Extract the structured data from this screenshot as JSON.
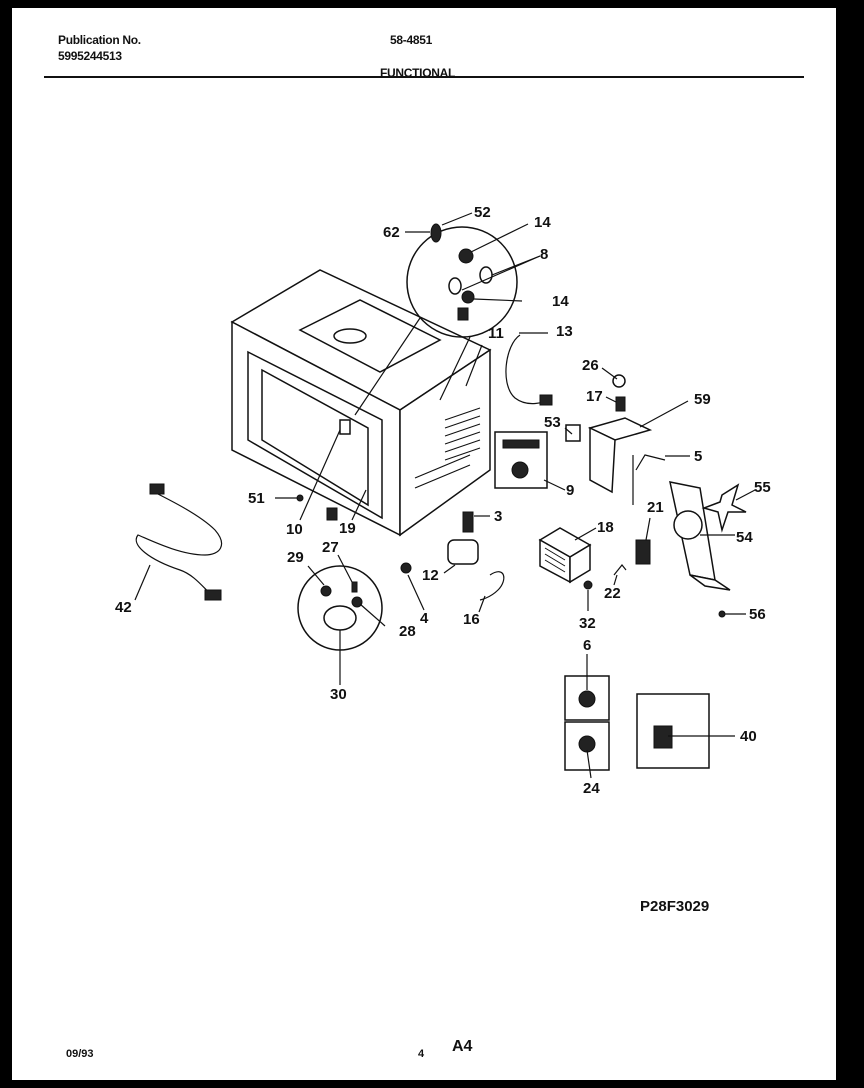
{
  "header": {
    "publication_label": "Publication No.",
    "publication_number": "5995244513",
    "model": "58-4851",
    "section": "FUNCTIONAL"
  },
  "callouts": [
    "62",
    "52",
    "14",
    "8",
    "14",
    "13",
    "11",
    "26",
    "17",
    "59",
    "53",
    "5",
    "9",
    "55",
    "21",
    "54",
    "56",
    "3",
    "18",
    "51",
    "10",
    "19",
    "12",
    "16",
    "22",
    "32",
    "42",
    "29",
    "27",
    "28",
    "4",
    "30",
    "6",
    "40",
    "24"
  ],
  "figure_code": "P28F3029",
  "footer": {
    "date": "09/93",
    "page": "4",
    "sheet": "A4"
  }
}
